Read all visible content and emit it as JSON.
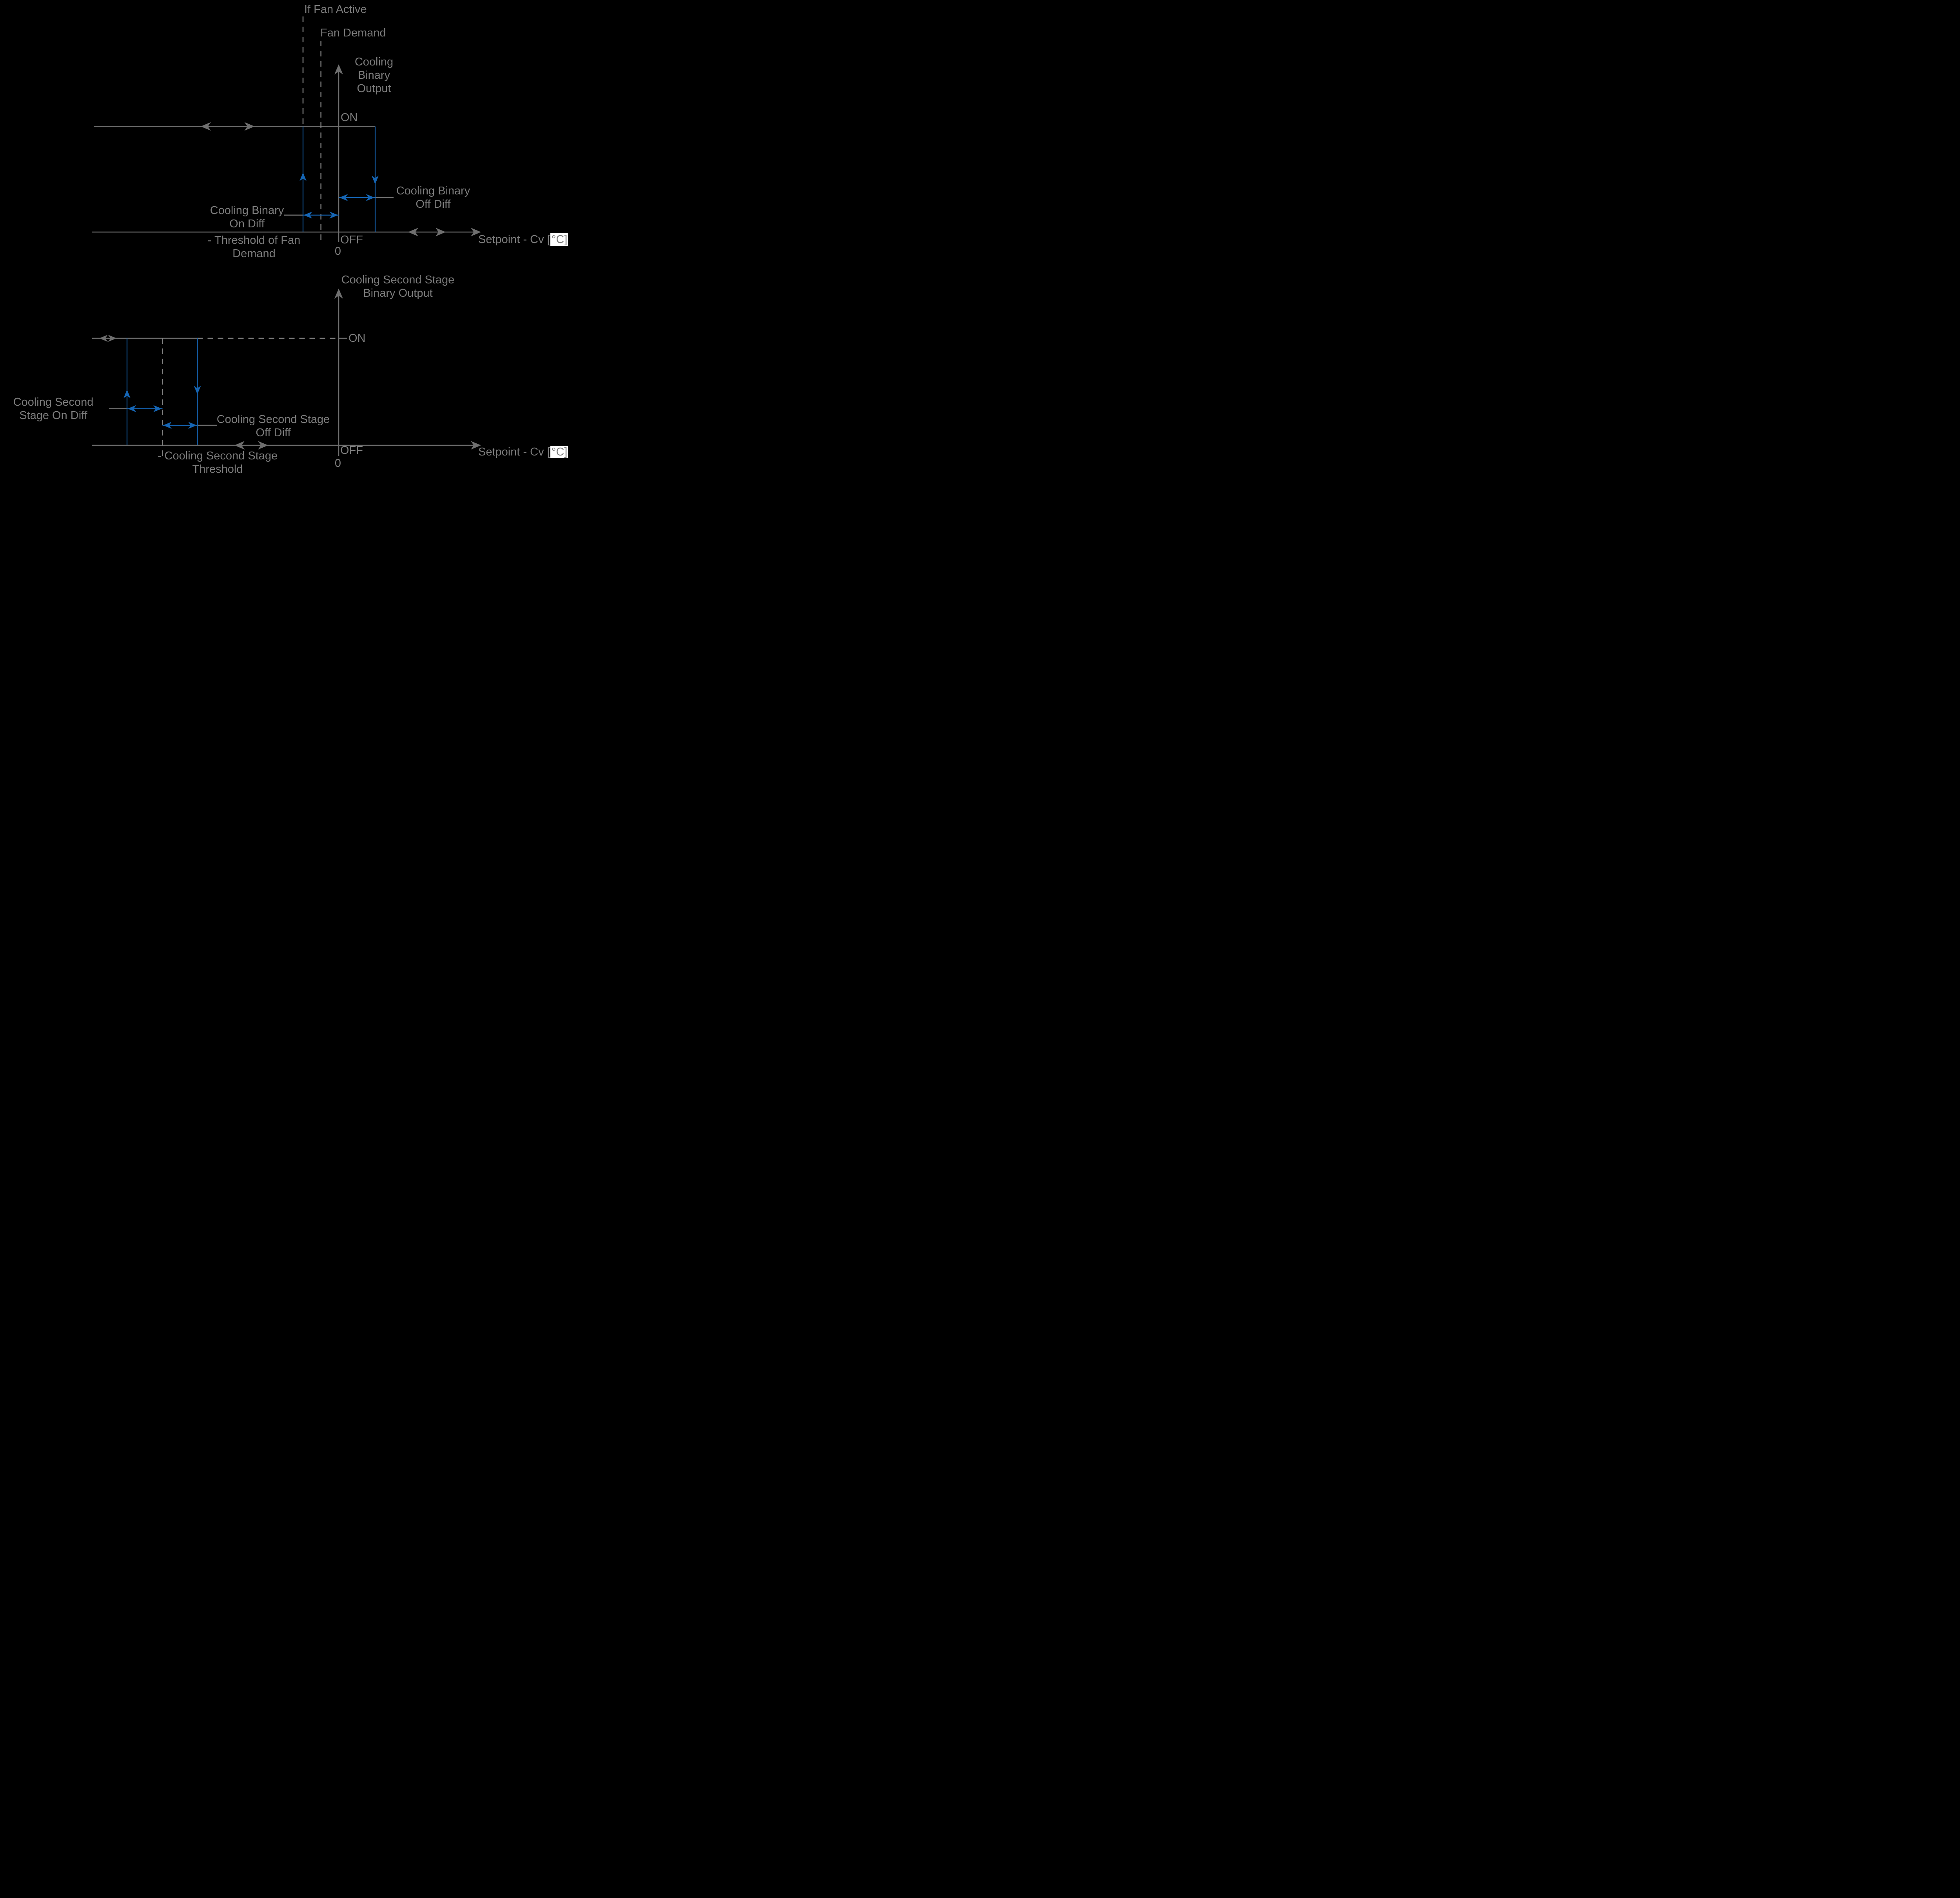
{
  "colors": {
    "background": "#000000",
    "line_gray": "#6f6f6f",
    "dash_gray": "#828282",
    "text_gray": "#7c7c7c",
    "transition_blue": "#1565b4",
    "unit_highlight_bg": "#ffffff"
  },
  "top_chart": {
    "if_fan_active_label": "If Fan Active",
    "fan_demand_label": "Fan Demand",
    "axis_title_lines": [
      "Cooling",
      "Binary",
      "Output"
    ],
    "on_label": "ON",
    "off_label": "OFF",
    "zero_label": "0",
    "on_diff_label_lines": [
      "Cooling Binary",
      "On Diff"
    ],
    "off_diff_label_lines": [
      "Cooling Binary",
      "Off Diff"
    ],
    "threshold_label_lines": [
      "- Threshold of Fan",
      "Demand"
    ],
    "x_axis_label_prefix": "Setpoint - Cv [",
    "x_axis_label_unit_highlighted": "°C]"
  },
  "bottom_chart": {
    "axis_title_lines": [
      "Cooling Second Stage",
      "Binary Output"
    ],
    "on_label": "ON",
    "off_label": "OFF",
    "zero_label": "0",
    "on_diff_label_lines": [
      "Cooling Second",
      "Stage On Diff"
    ],
    "off_diff_label_lines": [
      "Cooling Second Stage",
      "Off Diff"
    ],
    "threshold_label_lines": [
      "- Cooling Second Stage",
      "Threshold"
    ],
    "x_axis_label_prefix": "Setpoint - Cv [",
    "x_axis_label_unit_highlighted": "°C]"
  }
}
